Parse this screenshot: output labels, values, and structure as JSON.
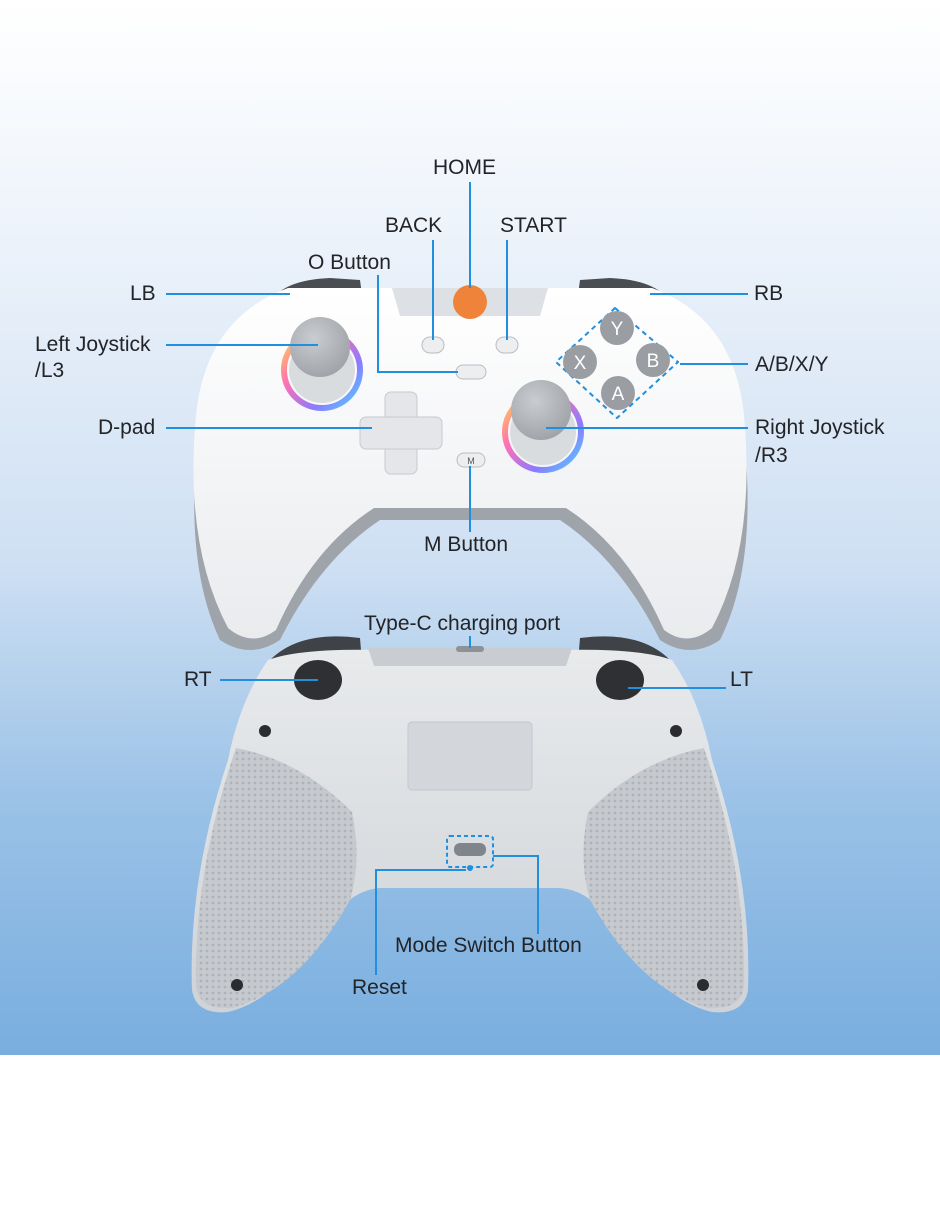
{
  "labels": {
    "home": "HOME",
    "back": "BACK",
    "start": "START",
    "o_button": "O Button",
    "lb": "LB",
    "rb": "RB",
    "left_joystick_1": "Left Joystick",
    "left_joystick_2": "/L3",
    "ab_xy": "A/B/X/Y",
    "dpad": "D-pad",
    "right_joystick_1": "Right Joystick",
    "right_joystick_2": "/R3",
    "m_button": "M Button",
    "type_c": "Type-C charging port",
    "rt": "RT",
    "lt": "LT",
    "mode_switch": "Mode Switch Button",
    "reset": "Reset"
  },
  "face_buttons": {
    "y": "Y",
    "x": "X",
    "b": "B",
    "a": "A"
  },
  "m_key": "M",
  "colors": {
    "leader_line": "#1f8fde",
    "home_button": "#f0833a",
    "controller_body": "#f6f7f8",
    "controller_back": "#d9dcdf",
    "face_button": "#9a9ea3"
  }
}
